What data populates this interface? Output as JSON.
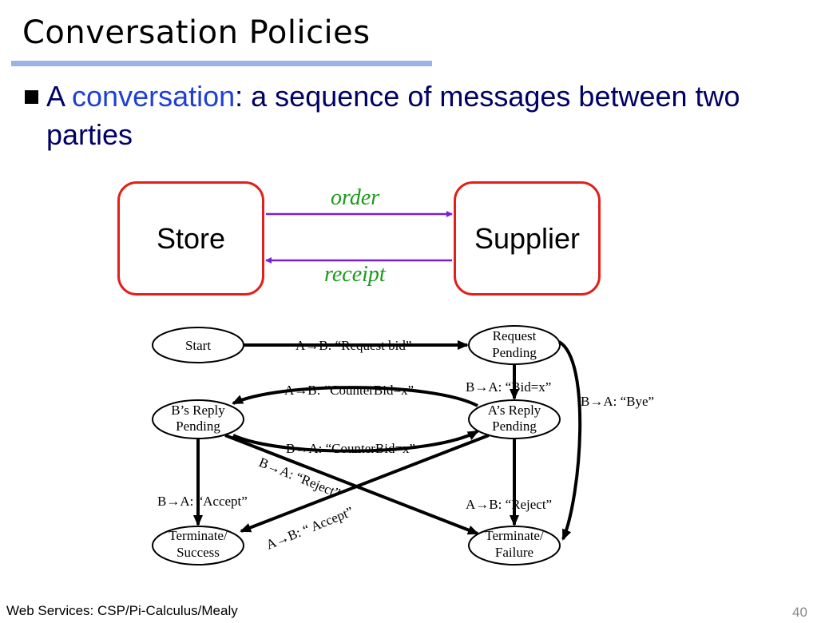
{
  "slide": {
    "title": "Conversation Policies",
    "bullet": {
      "prefix": "A ",
      "highlight": "conversation",
      "rest": ": a sequence of messages between two parties"
    },
    "footer": "Web Services: CSP/Pi-Calculus/Mealy",
    "page_number": "40"
  },
  "top_diagram": {
    "left_box": "Store",
    "right_box": "Supplier",
    "upper_message": "order",
    "lower_message": "receipt",
    "box_border_color": "#e0201b",
    "arrow_color": "#7a1fd6",
    "message_color": "#1a9a1a"
  },
  "state_machine": {
    "states": {
      "start": "Start",
      "request_pending": [
        "Request",
        "Pending"
      ],
      "b_reply_pending": [
        "B’s Reply",
        "Pending"
      ],
      "a_reply_pending": [
        "A’s Reply",
        "Pending"
      ],
      "terminate_success": [
        "Terminate/",
        "Success"
      ],
      "terminate_failure": [
        "Terminate/",
        "Failure"
      ]
    },
    "transitions": {
      "request_bid": "A→B: “Request bid”",
      "bid": "B→A: “Bid=x”",
      "bye": "B→A: “Bye”",
      "a_counterbid": "A→B: “CounterBid=x”",
      "b_counterbid": "B→A: “CounterBid=x”",
      "b_reject": "B→A: “Reject”",
      "b_accept": "B→A: “Accept”",
      "a_reject": "A→B: “Reject”",
      "a_accept": "A→B: “ Accept”"
    }
  }
}
